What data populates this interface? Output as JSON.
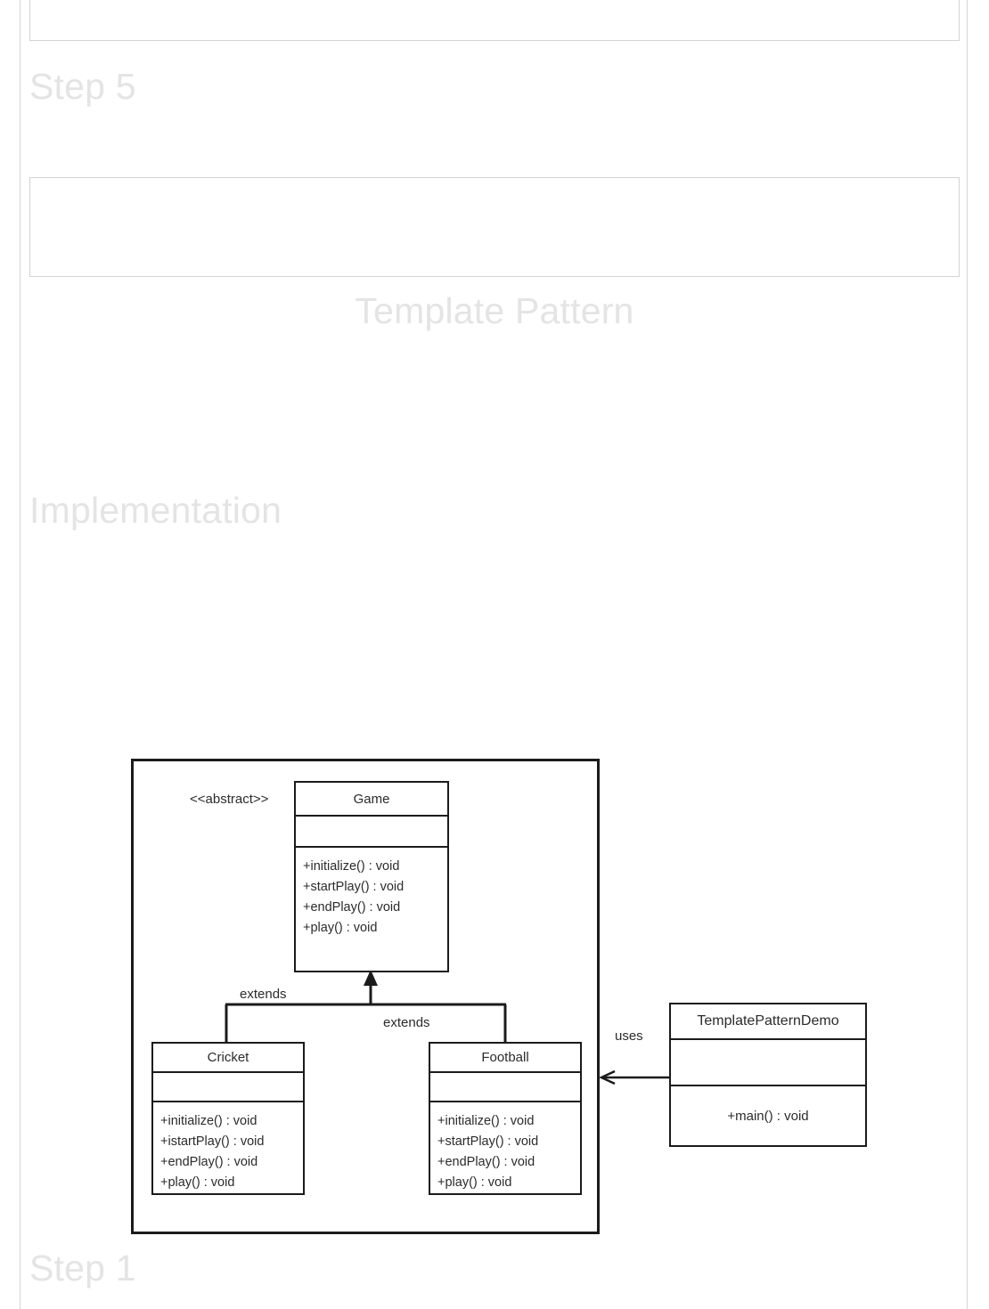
{
  "page": {
    "title": "Template Pattern",
    "headings": {
      "step5": "Step 5",
      "center_title": "Template Pattern",
      "implementation": "Implementation",
      "step1": "Step 1"
    },
    "colors": {
      "page_rule": "#d5d5d5",
      "ghost_text": "#e4e4e4",
      "ghost_box_border": "#d3d3d3",
      "diagram_stroke": "#1b1b1b",
      "diagram_text": "#2b2b2b",
      "background": "#ffffff"
    }
  },
  "diagram": {
    "type": "uml-class-diagram",
    "frame_label": "",
    "classes": [
      {
        "id": "game",
        "name": "Game",
        "stereotype": "<<abstract>>",
        "attributes": [],
        "operations": [
          "+initialize()  : void",
          "+startPlay() : void",
          "+endPlay()  : void",
          "+play() : void"
        ]
      },
      {
        "id": "cricket",
        "name": "Cricket",
        "stereotype": "",
        "attributes": [],
        "operations": [
          "+initialize()  : void",
          "+istartPlay() : void",
          "+endPlay()  : void",
          "+play() : void"
        ]
      },
      {
        "id": "football",
        "name": "Football",
        "stereotype": "",
        "attributes": [],
        "operations": [
          "+initialize()  : void",
          "+startPlay() : void",
          "+endPlay()  : void",
          "+play() : void"
        ]
      },
      {
        "id": "demo",
        "name": "TemplatePatternDemo",
        "stereotype": "",
        "attributes": [],
        "operations": [
          "+main() : void"
        ]
      }
    ],
    "relationships": [
      {
        "id": "cricket-extends-game",
        "label": "extends",
        "from": "cricket",
        "to": "game",
        "kind": "inheritance"
      },
      {
        "id": "football-extends-game",
        "label": "extends",
        "from": "football",
        "to": "game",
        "kind": "inheritance"
      },
      {
        "id": "demo-uses-package",
        "label": "uses",
        "from": "demo",
        "to": "frame",
        "kind": "dependency"
      }
    ]
  }
}
